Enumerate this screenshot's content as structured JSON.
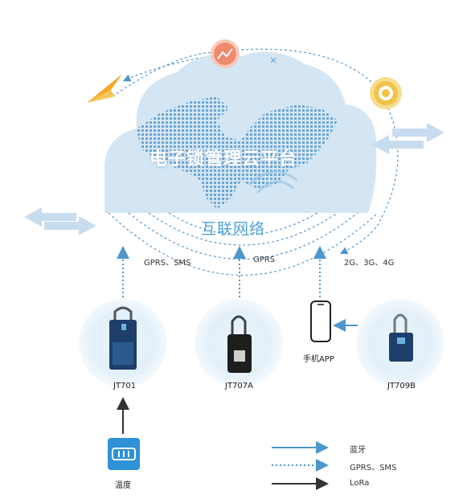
{
  "diagram": {
    "title": "电子锁管理云平台",
    "network_label": "互联网络",
    "link_labels": {
      "left": "GPRS、SMS",
      "middle": "GPRS",
      "right": "2G、3G、4G"
    },
    "devices": [
      {
        "id": "jt701",
        "label": "JT701"
      },
      {
        "id": "jt707a",
        "label": "JT707A"
      },
      {
        "id": "jt709b",
        "label": "JT709B"
      }
    ],
    "phone_label": "手机APP",
    "sensor_label": "温度",
    "legend": [
      {
        "style": "solid-blue",
        "label": "蓝牙"
      },
      {
        "style": "dotted-blue",
        "label": "GPRS、SMS"
      },
      {
        "style": "solid-dark",
        "label": "LoRa"
      }
    ],
    "icons": [
      "trend-icon",
      "gear-icon",
      "paper-plane-icon",
      "exchange-arrows-icon",
      "cross-mark-icon"
    ],
    "colors": {
      "cloud": "#d4e6f4",
      "dots": "#6ea6d3",
      "accent_blue": "#4e97cc",
      "network_text": "#4fa3d9",
      "orange": "#f08a6c",
      "gold": "#f2c24a",
      "lock_navy": "#1f3f6b"
    }
  }
}
